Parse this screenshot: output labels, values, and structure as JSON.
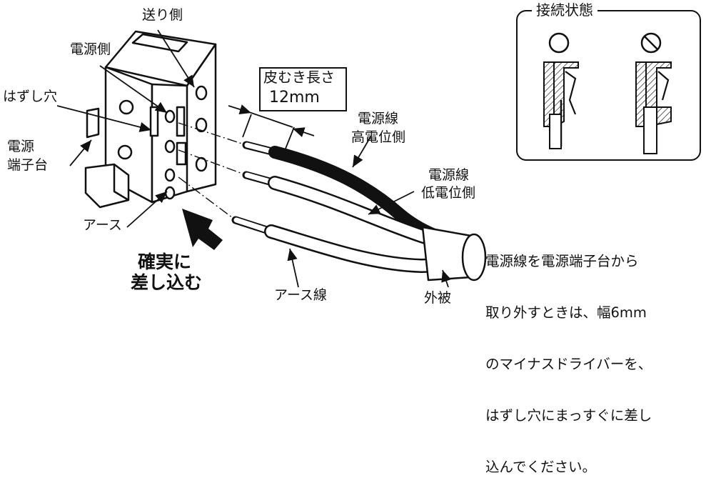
{
  "labels": {
    "send_side": "送り側",
    "power_side": "電源側",
    "release_hole": "はずし穴",
    "terminal_block_1": "電源",
    "terminal_block_2": "端子台",
    "earth": "アース",
    "insert_1": "確実に",
    "insert_2": "差し込む",
    "earth_wire": "アース線",
    "jacket": "外被",
    "power_high_1": "電源線",
    "power_high_2": "高電位側",
    "power_low_1": "電源線",
    "power_low_2": "低電位側"
  },
  "strip_length": {
    "line1": "皮むき長さ",
    "line2": "12mm"
  },
  "connection_state": {
    "title": "接続状態",
    "ok_symbol": "○",
    "ng_symbol": "⊘"
  },
  "note": {
    "lines": [
      "電源線を電源端子台から",
      "取り外すときは、幅6mm",
      "のマイナスドライバーを、",
      "はずし穴にまっすぐに差し",
      "込んでください。"
    ]
  }
}
